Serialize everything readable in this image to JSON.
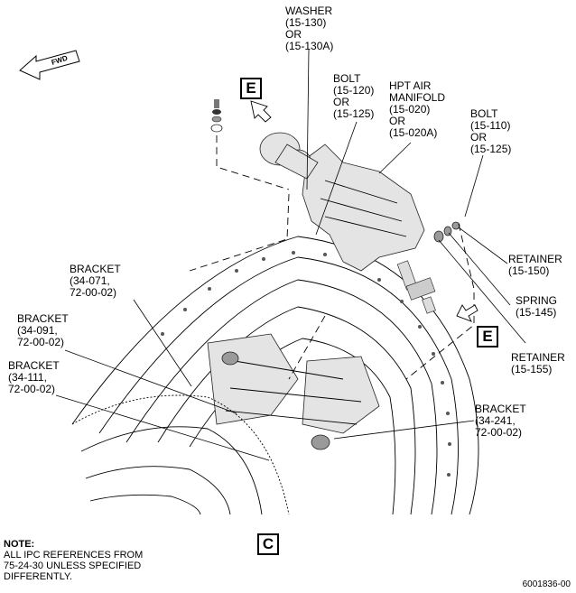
{
  "fwd_label": "FWD",
  "callouts": {
    "washer": "WASHER\n(15-130)\nOR\n(15-130A)",
    "bolt_120": "BOLT\n(15-120)\nOR\n(15-125)",
    "hpt_manifold": "HPT AIR\nMANIFOLD\n(15-020)\nOR\n(15-020A)",
    "bolt_110": "BOLT\n(15-110)\nOR\n(15-125)",
    "retainer_150": "RETAINER\n(15-150)",
    "spring_145": "SPRING\n(15-145)",
    "retainer_155": "RETAINER\n(15-155)",
    "bracket_071": "BRACKET\n(34-071,\n72-00-02)",
    "bracket_091": "BRACKET\n(34-091,\n72-00-02)",
    "bracket_111": "BRACKET\n(34-111,\n72-00-02)",
    "bracket_241": "BRACKET\n(34-241,\n72-00-02)"
  },
  "view_markers": {
    "e_top": "E",
    "e_right": "E",
    "c_view": "C"
  },
  "note": {
    "title": "NOTE:",
    "body": "ALL IPC REFERENCES FROM\n75-24-30 UNLESS SPECIFIED\nDIFFERENTLY."
  },
  "figure_number": "6001836-00"
}
